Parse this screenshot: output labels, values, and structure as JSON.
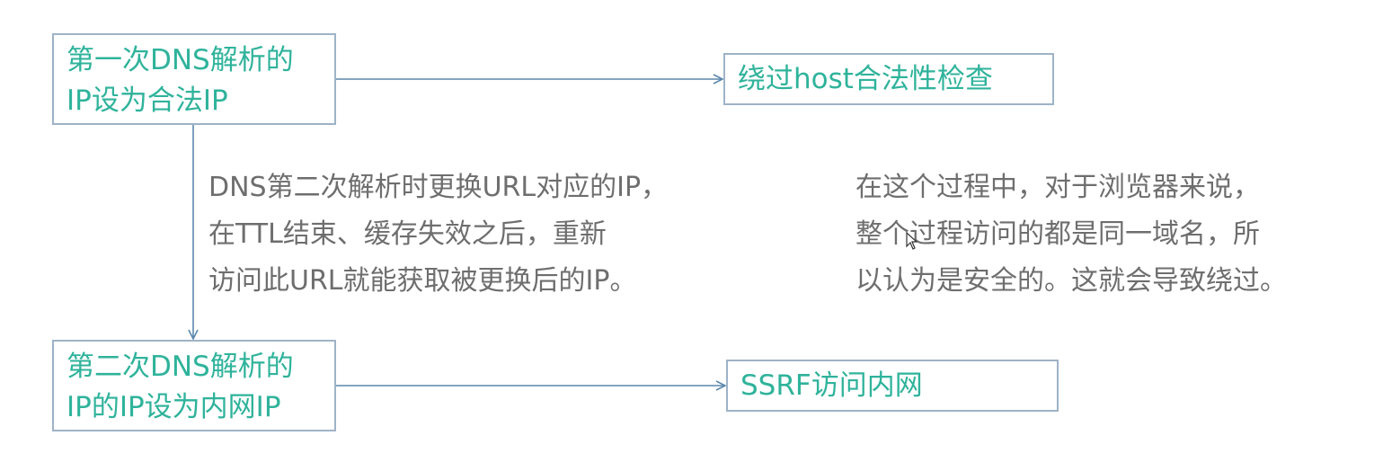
{
  "colors": {
    "box_text": "#2fb39b",
    "box_border": "#9eb3c7",
    "note_text": "#6e6e6e",
    "arrow": "#5b87ad"
  },
  "boxes": {
    "first_dns": {
      "line1": "第一次DNS解析的",
      "line2": "IP设为合法IP"
    },
    "bypass_host": {
      "line1": "绕过host合法性检查"
    },
    "second_dns": {
      "line1": "第二次DNS解析的",
      "line2": "IP的IP设为内网IP"
    },
    "ssrf": {
      "line1": "SSRF访问内网"
    }
  },
  "notes": {
    "left": {
      "line1": "DNS第二次解析时更换URL对应的IP，",
      "line2": "在TTL结束、缓存失效之后，重新",
      "line3": "访问此URL就能获取被更换后的IP。"
    },
    "right": {
      "line1": "在这个过程中，对于浏览器来说，",
      "line2": "整个过程访问的都是同一域名，所",
      "line3": "以认为是安全的。这就会导致绕过。"
    }
  },
  "icons": {
    "cursor": "mouse-pointer-icon"
  }
}
